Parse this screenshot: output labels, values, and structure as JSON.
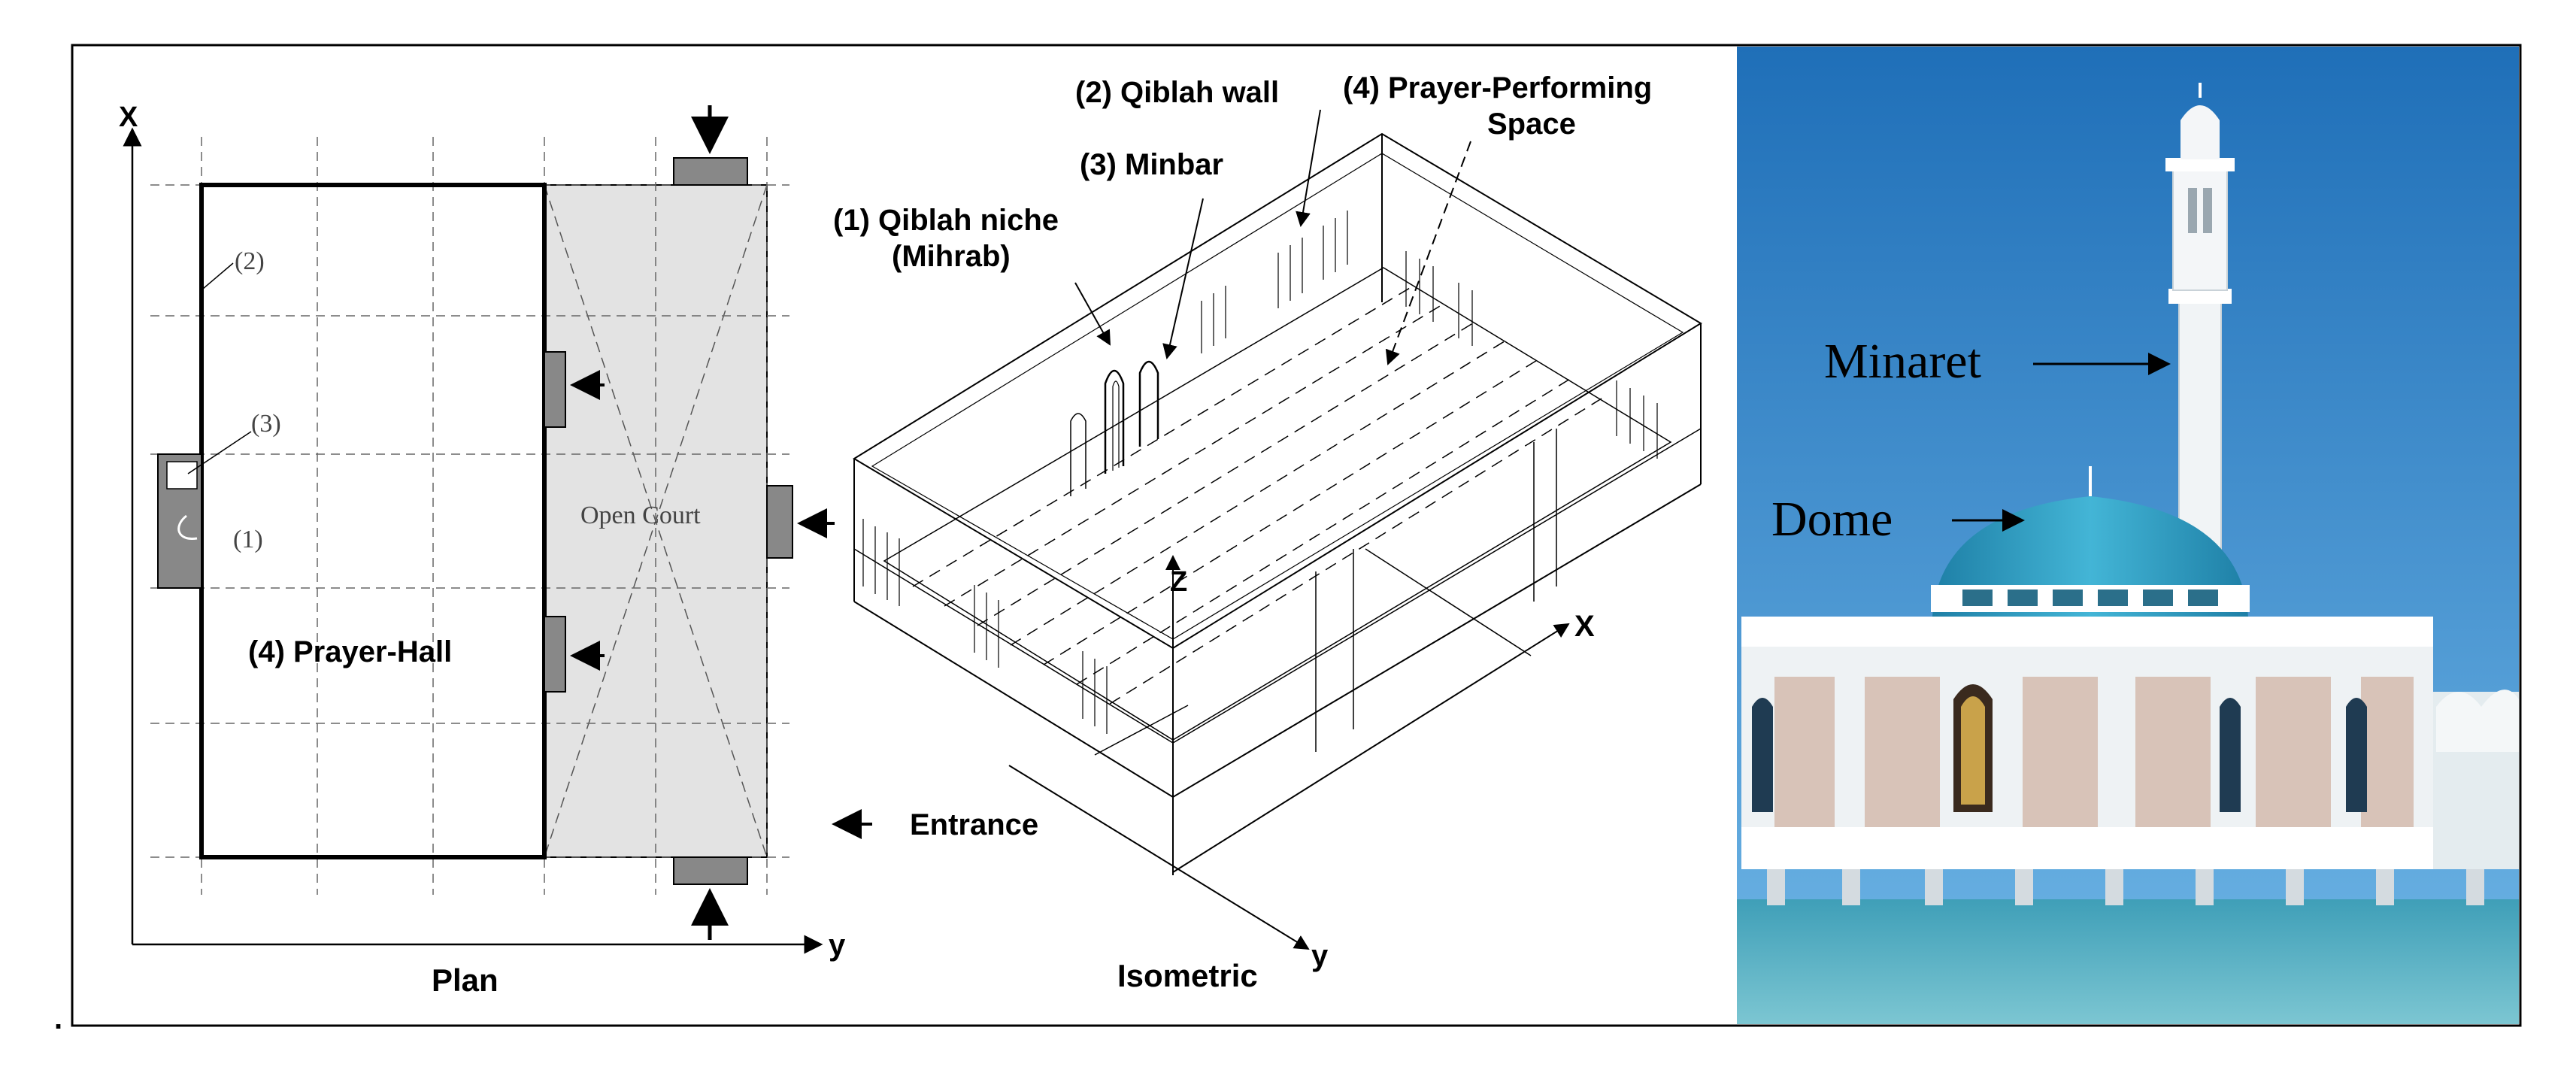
{
  "plan": {
    "title": "Plan",
    "axis_x": "X",
    "axis_y": "y",
    "marker_1": "(1)",
    "marker_2": "(2)",
    "marker_3": "(3)",
    "open_court": "Open Court",
    "prayer_hall": "(4) Prayer-Hall",
    "entrance": "Entrance"
  },
  "isometric": {
    "title": "Isometric",
    "axis_x": "X",
    "axis_y": "y",
    "axis_z": "Z",
    "label_1_line1": "(1) Qiblah niche",
    "label_1_line2": "(Mihrab)",
    "label_2": "(2) Qiblah wall",
    "label_3": "(3) Minbar",
    "label_4_line1": "(4) Prayer-Performing",
    "label_4_line2": "Space"
  },
  "photo": {
    "minaret_label": "Minaret",
    "dome_label": "Dome",
    "colors": {
      "sky": "#2f86c8",
      "dome": "#2fa3c4",
      "water": "#52b6c8",
      "building": "#eef2f4"
    }
  },
  "footnote": "."
}
